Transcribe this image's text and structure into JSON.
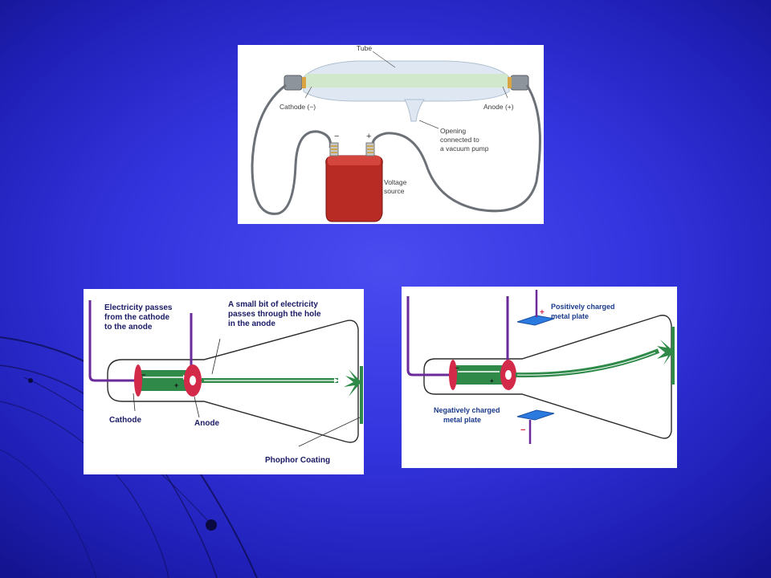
{
  "slide": {
    "background_color": "#3a3ce6"
  },
  "panel_top": {
    "tube_label": "Tube",
    "cathode_label": "Cathode (−)",
    "anode_label": "Anode (+)",
    "opening_label_1": "Opening",
    "opening_label_2": "connected to",
    "opening_label_3": "a vacuum pump",
    "battery_minus": "−",
    "battery_plus": "+",
    "voltage_label_1": "Voltage",
    "voltage_label_2": "source"
  },
  "panel_left": {
    "electricity_label_1": "Electricity passes",
    "electricity_label_2": "from the cathode",
    "electricity_label_3": "to the anode",
    "hole_label_1": "A small bit of electricity",
    "hole_label_2": "passes through the hole",
    "hole_label_3": "in the anode",
    "cathode_label": "Cathode",
    "anode_label": "Anode",
    "coating_label": "Phophor Coating",
    "minus_sign": "−",
    "plus_sign": "+"
  },
  "panel_right": {
    "positive_plate_label_1": "Positively charged",
    "positive_plate_label_2": "metal plate",
    "negative_plate_label_1": "Negatively charged",
    "negative_plate_label_2": "metal plate",
    "plus_sign": "+",
    "minus_sign": "−"
  }
}
